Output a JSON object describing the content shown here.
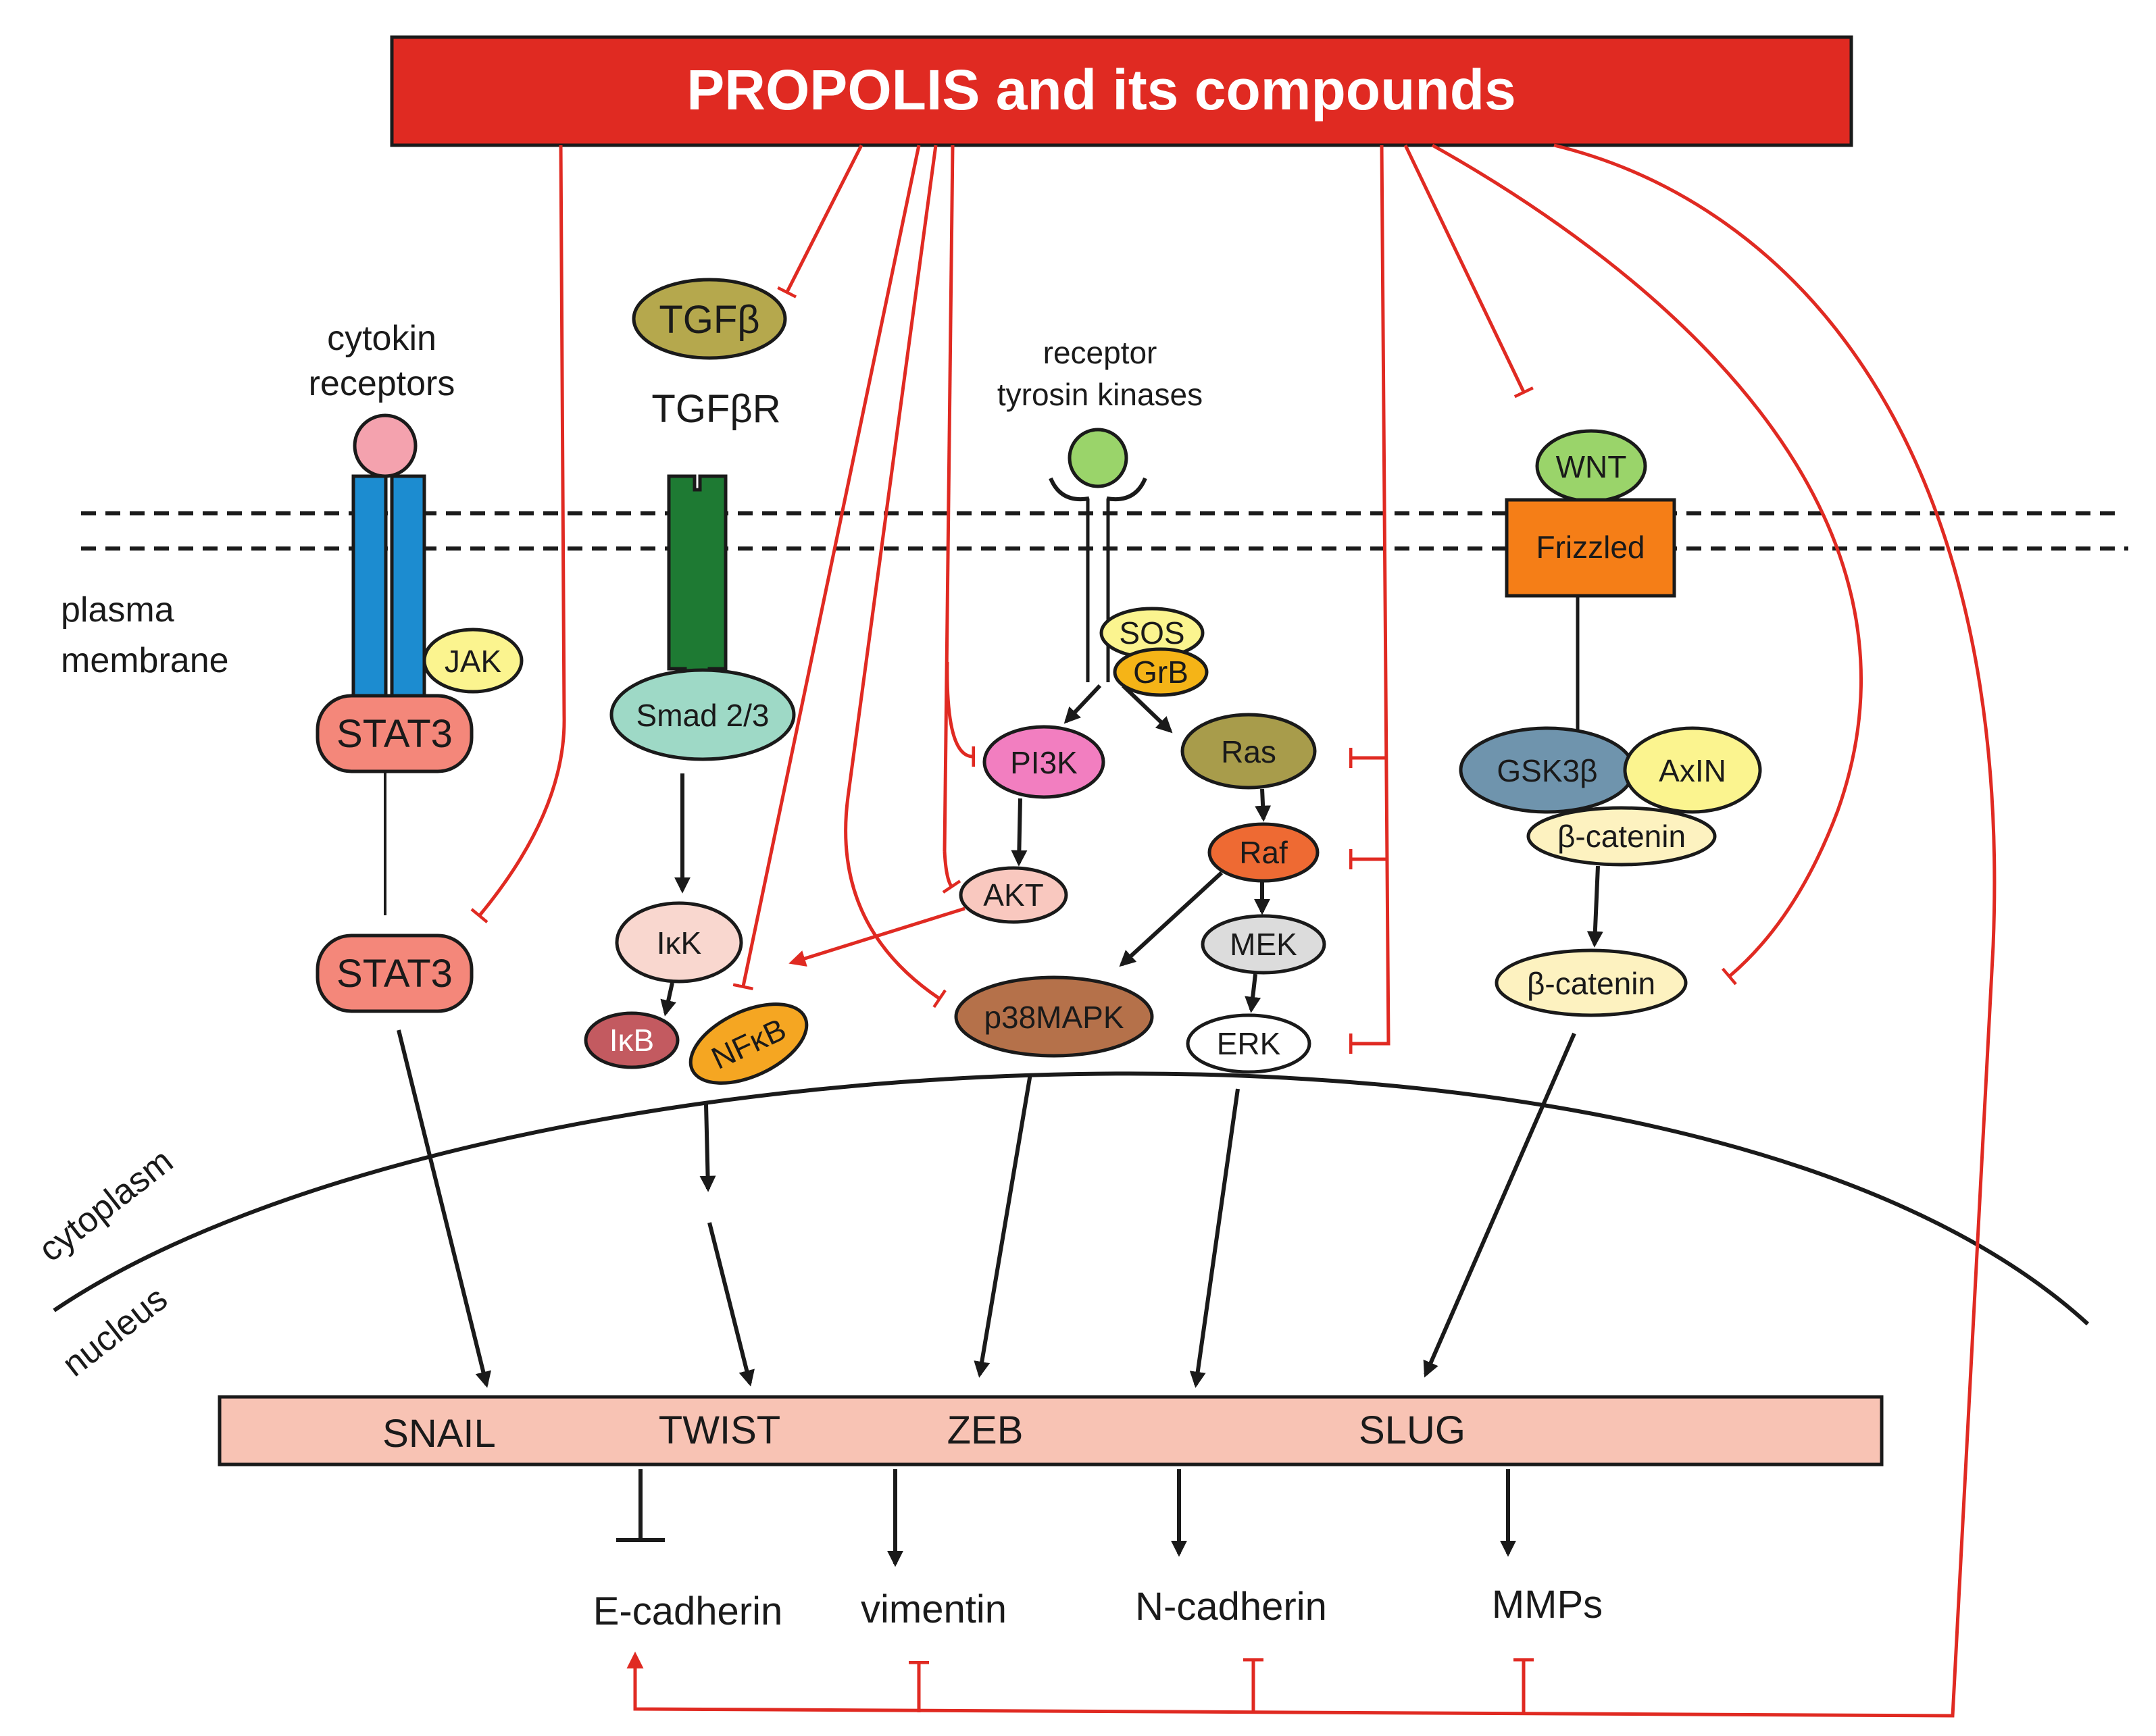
{
  "title": "PROPOLIS and its compounds",
  "labels": {
    "cytokin_receptors": [
      "cytokin",
      "receptors"
    ],
    "tgfbr": "TGFβR",
    "rtk": [
      "receptor",
      "tyrosin kinases"
    ],
    "plasma_membrane": [
      "plasma",
      "membrane"
    ],
    "cytoplasm": "cytoplasm",
    "nucleus": "nucleus"
  },
  "nodes": {
    "tgfb": "TGFβ",
    "jak": "JAK",
    "stat3_a": "STAT3",
    "stat3_b": "STAT3",
    "smad": "Smad 2/3",
    "ikk": "IκK",
    "ikb": "IκB",
    "nfkb": "NFκB",
    "sos": "SOS",
    "grb": "GrB",
    "pi3k": "PI3K",
    "akt": "AKT",
    "ras": "Ras",
    "raf": "Raf",
    "mek": "MEK",
    "erk": "ERK",
    "p38": "p38MAPK",
    "wnt": "WNT",
    "frizzled": "Frizzled",
    "gsk3b": "GSK3β",
    "axin": "AxIN",
    "bcat1": "β-catenin",
    "bcat2": "β-catenin"
  },
  "transcription_factors": [
    "SNAIL",
    "TWIST",
    "ZEB",
    "SLUG"
  ],
  "targets": [
    "E-cadherin",
    "vimentin",
    "N-cadherin",
    "MMPs"
  ],
  "colors": {
    "propolis_red": "#e02a22",
    "receptor_blue": "#1c8cd0",
    "tgfbr_green": "#1e7a33",
    "stat3": "#f4877a",
    "tf_bar": "#f8c3b4"
  }
}
